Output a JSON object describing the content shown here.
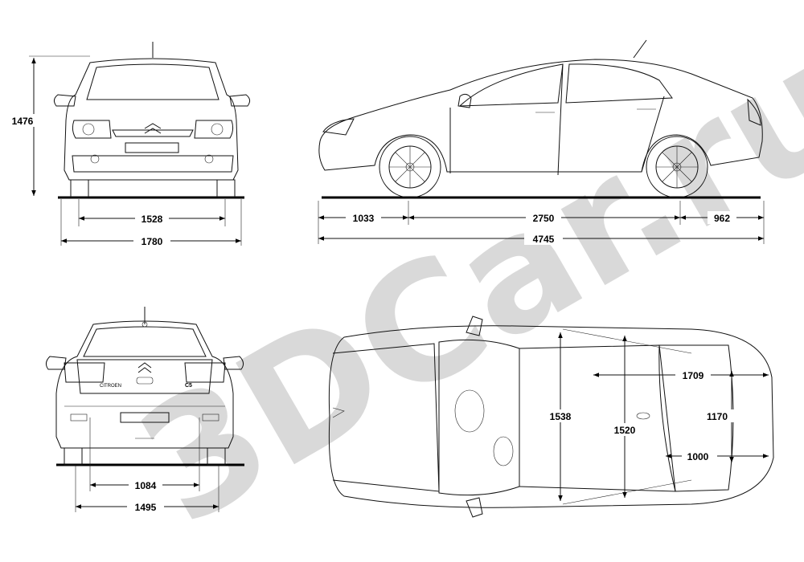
{
  "watermark": {
    "text": "3DCar.ru",
    "color": "#d6d6d6"
  },
  "front_view": {
    "height": "1476",
    "track": "1528",
    "width": "1780"
  },
  "side_view": {
    "front_overhang": "1033",
    "wheelbase": "2750",
    "rear_overhang": "962",
    "length": "4745"
  },
  "rear_view": {
    "badge_model": "CITROEN",
    "badge_variant": "C5",
    "track": "1084",
    "width": "1495"
  },
  "top_view": {
    "cabin_width_front": "1538",
    "cabin_width_rear": "1520",
    "trunk_length": "1709",
    "trunk_width": "1170",
    "trunk_opening": "1000"
  }
}
